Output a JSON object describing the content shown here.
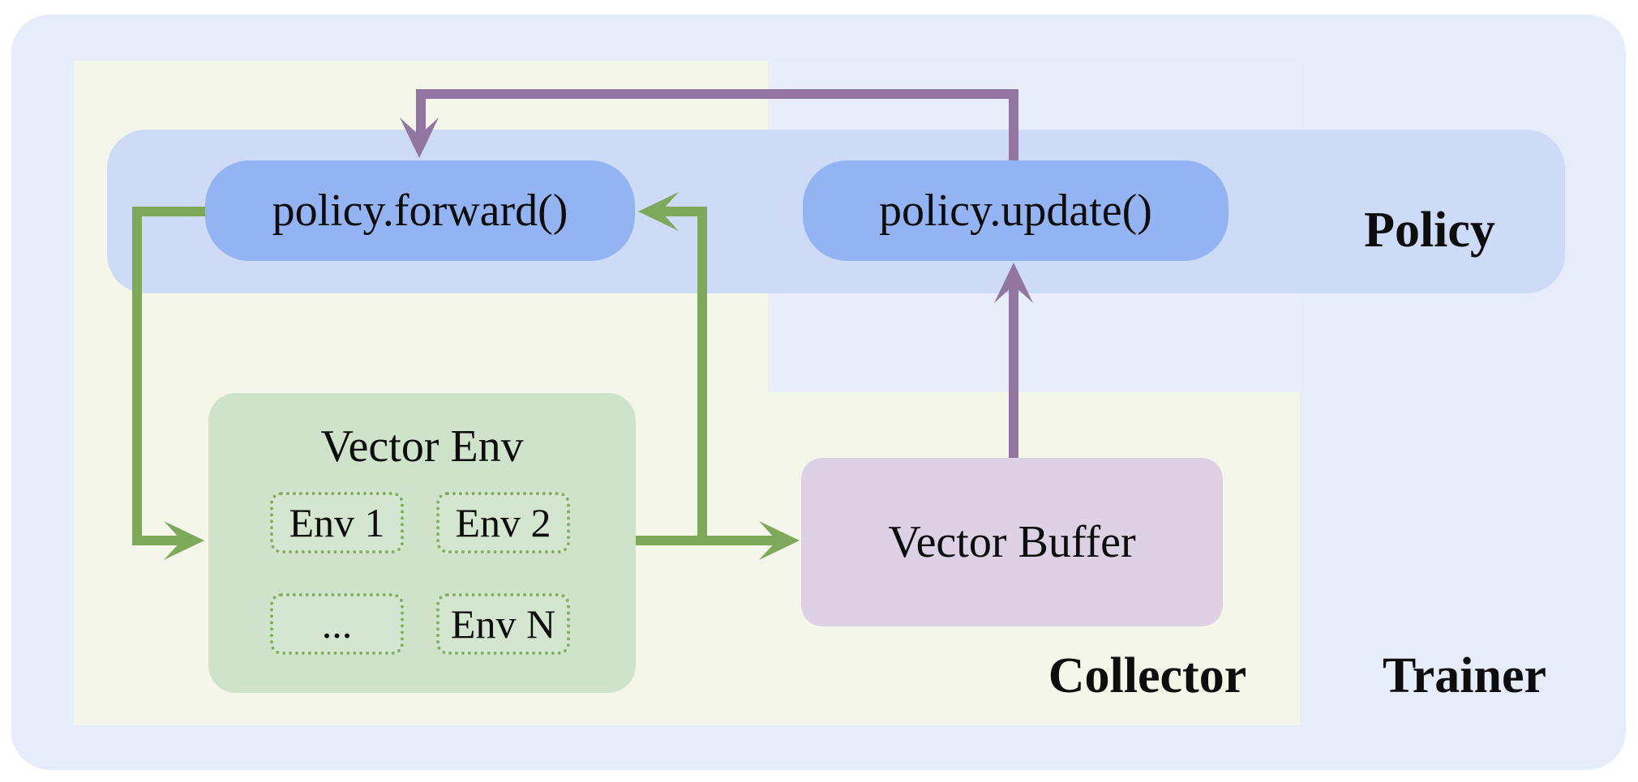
{
  "regions": {
    "trainer": {
      "label": "Trainer"
    },
    "collector": {
      "label": "Collector"
    },
    "policy": {
      "label": "Policy"
    }
  },
  "nodes": {
    "policy_forward": {
      "label": "policy.forward()"
    },
    "policy_update": {
      "label": "policy.update()"
    },
    "vector_buffer": {
      "label": "Vector Buffer"
    },
    "vector_env": {
      "title": "Vector Env",
      "envs": [
        {
          "label": "Env 1"
        },
        {
          "label": "Env 2"
        },
        {
          "label": "..."
        },
        {
          "label": "Env N"
        }
      ]
    }
  },
  "arrows": {
    "forward_to_env": {
      "color": "#7fa95a",
      "from": "policy.forward()",
      "to": "Vector Env"
    },
    "env_to_buffer": {
      "color": "#7fa95a",
      "from": "Vector Env",
      "to": "Vector Buffer"
    },
    "env_to_forward": {
      "color": "#7fa95a",
      "from": "Vector Env",
      "to": "policy.forward()"
    },
    "buffer_to_update": {
      "color": "#9276a1",
      "from": "Vector Buffer",
      "to": "policy.update()"
    },
    "update_to_forward": {
      "color": "#9276a1",
      "from": "policy.update()",
      "to": "policy.forward()"
    }
  },
  "colors": {
    "trainer_bg": "#e7ecfb",
    "collector_bg": "#f3f6e8",
    "policy_column_bg": "#e9edfb",
    "policy_band_bg": "#cddbf7",
    "pill_bg": "#93b3f2",
    "env_box_bg": "#cfe3ca",
    "env_item_bg": "#d4e6cf",
    "env_item_border": "#80b163",
    "buffer_bg": "#ddd1e6",
    "arrow_green": "#7fa95a",
    "arrow_purple": "#9276a1",
    "text": "#0d0d0d"
  }
}
